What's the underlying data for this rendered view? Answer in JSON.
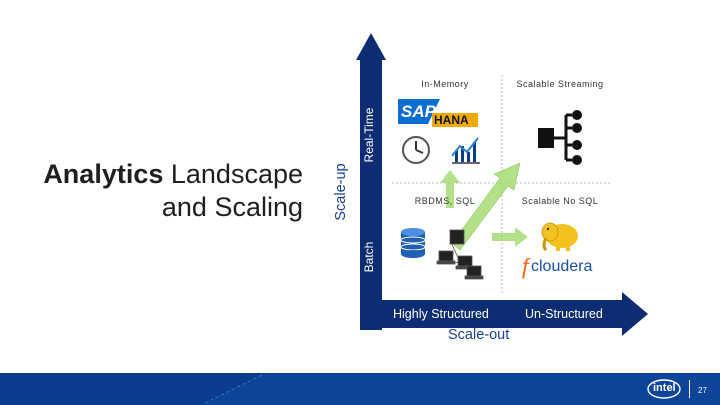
{
  "slide": {
    "title_bold": "Analytics",
    "title_rest_line1": " Landscape",
    "title_line2": "and Scaling",
    "page_number": "27"
  },
  "axes": {
    "vertical_label": "Scale-up",
    "horizontal_label": "Scale-out",
    "real_time": "Real-Time",
    "batch": "Batch",
    "highly_structured": "Highly Structured",
    "un_structured": "Un-Structured"
  },
  "quadrants": {
    "top_left": {
      "label": "In-Memory",
      "logo_text": "SAP",
      "logo_sub": "HANA"
    },
    "top_right": {
      "label": "Scalable Streaming"
    },
    "bottom_left": {
      "label": "RBDMS, SQL"
    },
    "bottom_right": {
      "label": "Scalable No SQL",
      "logo_text": "cloudera"
    }
  },
  "brand": {
    "logo": "intel"
  },
  "colors": {
    "arrow": "#0c2c74",
    "footer": "#0a3e8c",
    "sap_blue": "#0a6ed1",
    "hana_yellow": "#f0ab00",
    "arrow_green": "#9bd86a"
  }
}
